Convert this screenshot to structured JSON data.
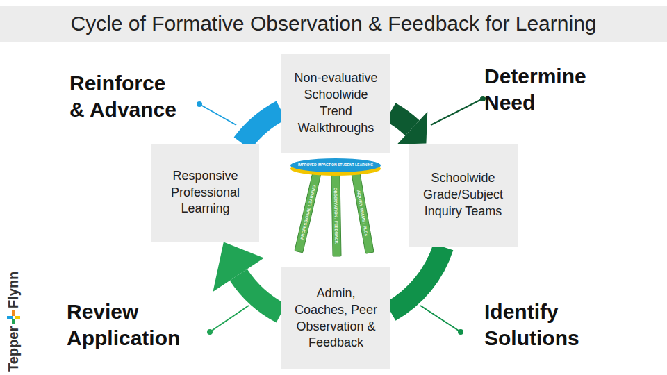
{
  "diagram": {
    "title": "Cycle of Formative Observation & Feedback for Learning",
    "nodes": [
      {
        "text": [
          "Non-evaluative Schoolwide Trend Walkthroughs"
        ]
      },
      {
        "text": [
          "Schoolwide Grade/Subject Inquiry Teams"
        ]
      },
      {
        "text": [
          "Admin, Coaches, Peer Observation & Feedback"
        ]
      },
      {
        "text": [
          "Responsive Professional Learning"
        ]
      },
      {
        "text": [
          "IMPROVED IMPACT ON STUDENT LEARNING"
        ]
      },
      {
        "text": [
          "PROFESSIONAL LEARNING"
        ]
      },
      {
        "text": [
          "OBSERVATION / FEEDBACK"
        ]
      },
      {
        "text": [
          "INQUIRY TEAMS / PLCs"
        ]
      }
    ],
    "edges": [
      {
        "from": 0,
        "to": 1,
        "arrow": "to"
      },
      {
        "from": 1,
        "to": 2,
        "arrow": "none"
      },
      {
        "from": 2,
        "to": 3,
        "arrow": "to"
      },
      {
        "from": 3,
        "to": 0,
        "arrow": "none"
      }
    ],
    "labels": [
      "Reinforce & Advance",
      "Determine Need",
      "Review Application",
      "Identify Solutions",
      "Tepper",
      "Flynn"
    ]
  }
}
